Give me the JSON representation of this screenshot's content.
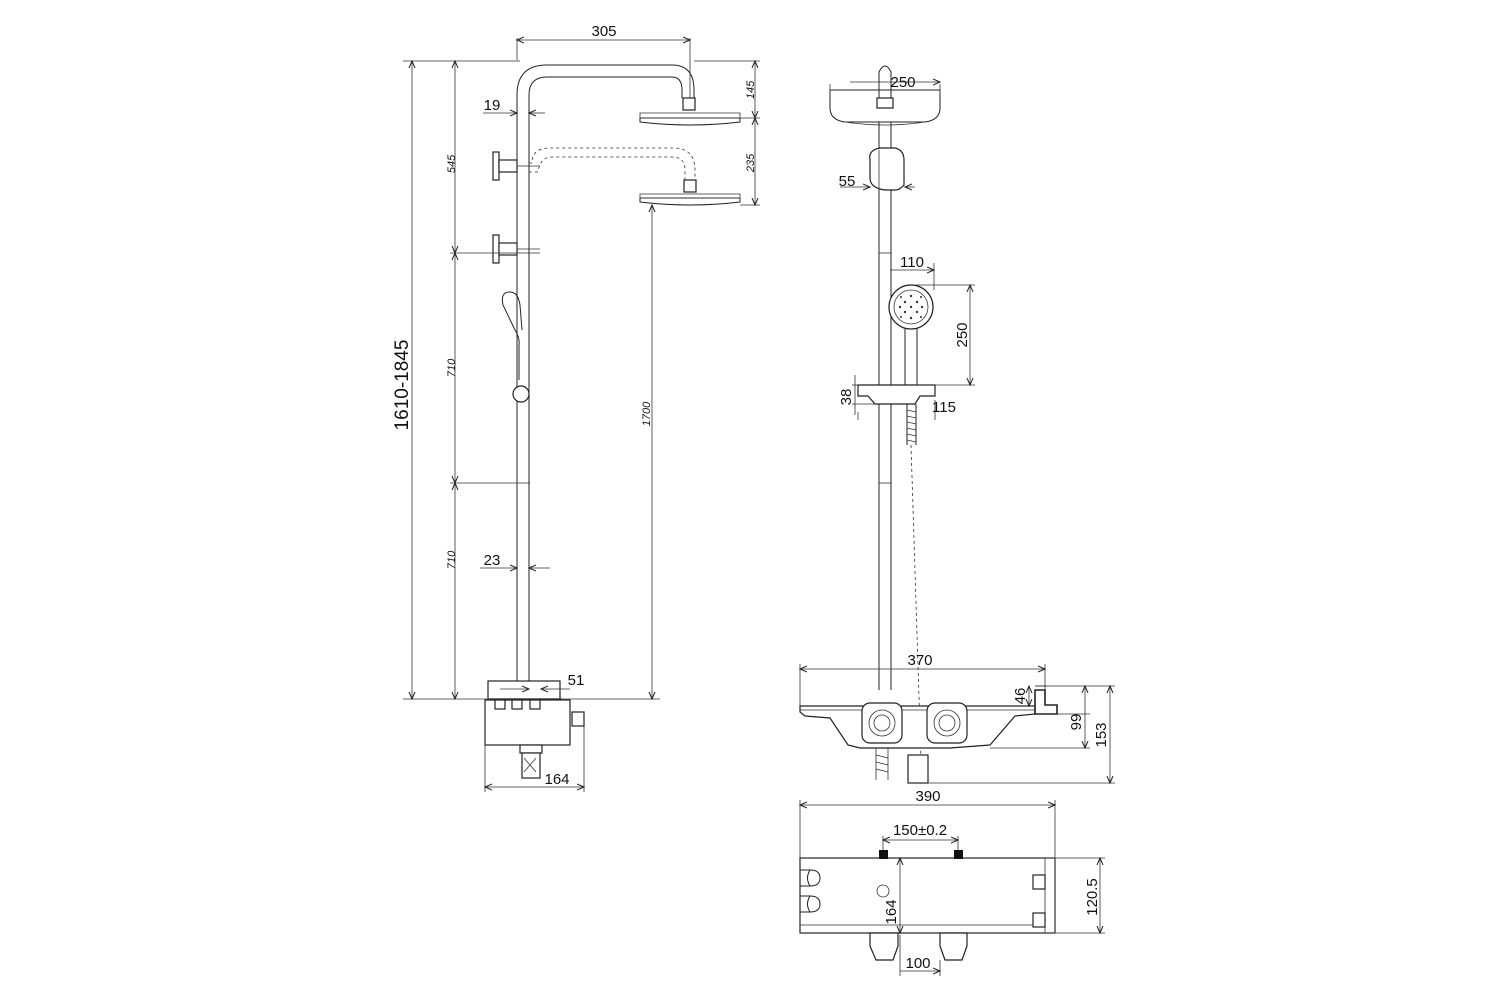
{
  "colors": {
    "line": "#222222",
    "background": "#ffffff"
  },
  "side_view": {
    "overall_height": "1610-1845",
    "arm_length": "305",
    "pipe_diameter_top": "19",
    "bracket_spacing_top": "545",
    "head_drop_upper": "145",
    "head_drop_lower": "235",
    "rail_section_upper": "710",
    "rail_section_lower": "710",
    "pipe_diameter_bottom": "23",
    "head_height": "1700",
    "shelf_lip": "51",
    "body_depth": "164"
  },
  "front_view": {
    "head_diameter": "250",
    "bracket_width": "55",
    "hand_shower_width": "110",
    "hand_shower_length": "250",
    "slider_height": "38",
    "slider_width": "115",
    "shelf_width": "370",
    "hook_height": "46",
    "body_height_inner": "99",
    "body_height_total": "153"
  },
  "top_view": {
    "overall_width": "390",
    "inlet_spacing": "150±0.2",
    "depth_inner": "164",
    "depth_total": "120.5",
    "outlet_spacing": "100"
  }
}
